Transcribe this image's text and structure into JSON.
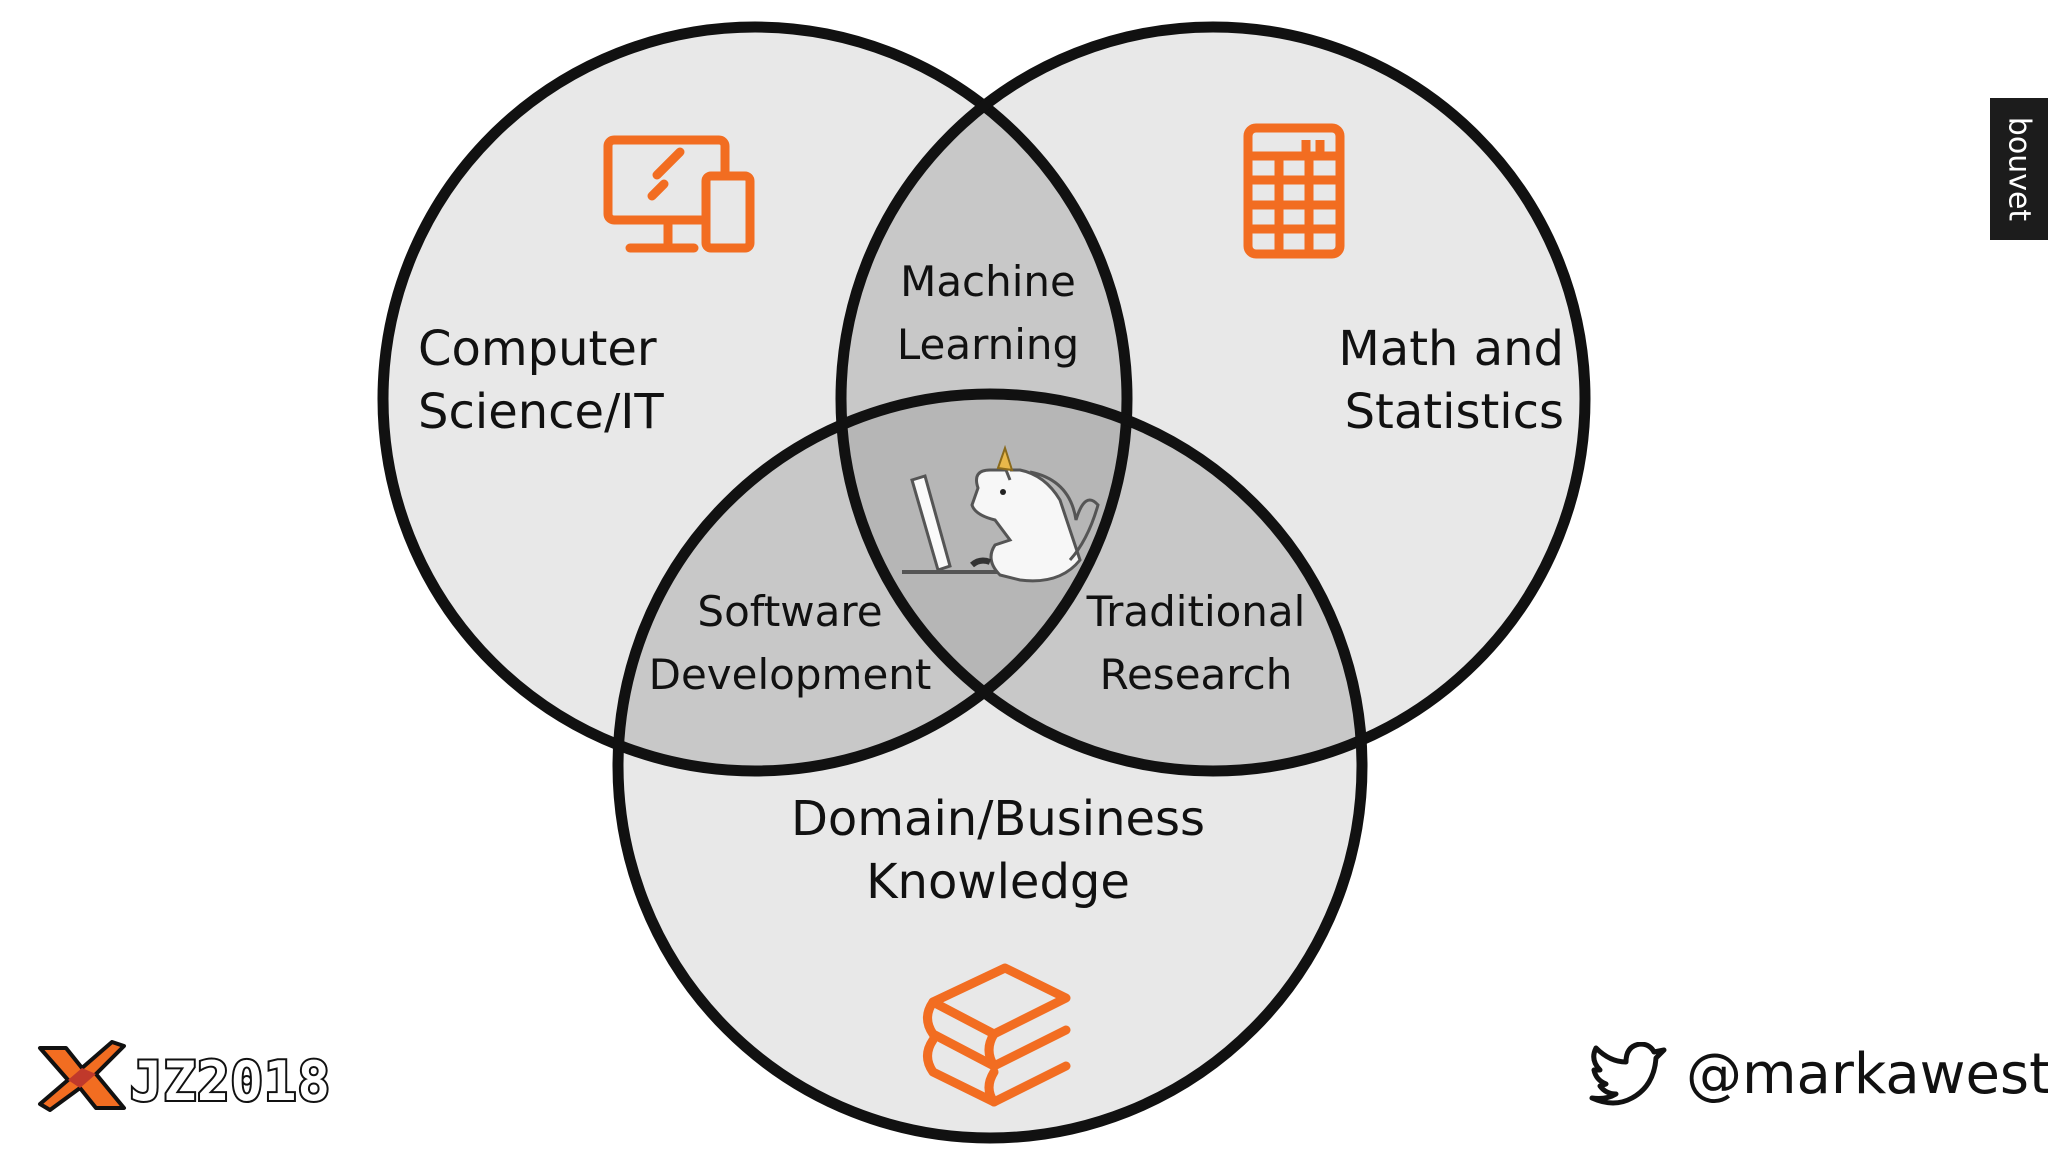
{
  "diagram": {
    "circles": {
      "computer_science": "Computer Science/IT",
      "math_statistics": "Math and Statistics",
      "domain_business": "Domain/Business Knowledge"
    },
    "labels": {
      "cs_line1": "Computer",
      "cs_line2": "Science/IT",
      "math_line1": "Math and",
      "math_line2": "Statistics",
      "domain_line1": "Domain/Business",
      "domain_line2": "Knowledge",
      "ml_line1": "Machine",
      "ml_line2": "Learning",
      "sd_line1": "Software",
      "sd_line2": "Development",
      "tr_line1": "Traditional",
      "tr_line2": "Research"
    },
    "icons": {
      "cs": "devices-icon",
      "math": "calculator-icon",
      "domain": "books-icon",
      "center": "unicorn-at-computer-icon"
    },
    "colors": {
      "accent": "#f26d21",
      "circle_fill": "#e8e8e8",
      "overlap_fill": "#c8c8c8",
      "center_fill": "#b6b6b6",
      "stroke": "#111111"
    }
  },
  "branding": {
    "bouvet": "bouvet",
    "event": "JZ2018",
    "twitter_handle": "@markawest"
  }
}
